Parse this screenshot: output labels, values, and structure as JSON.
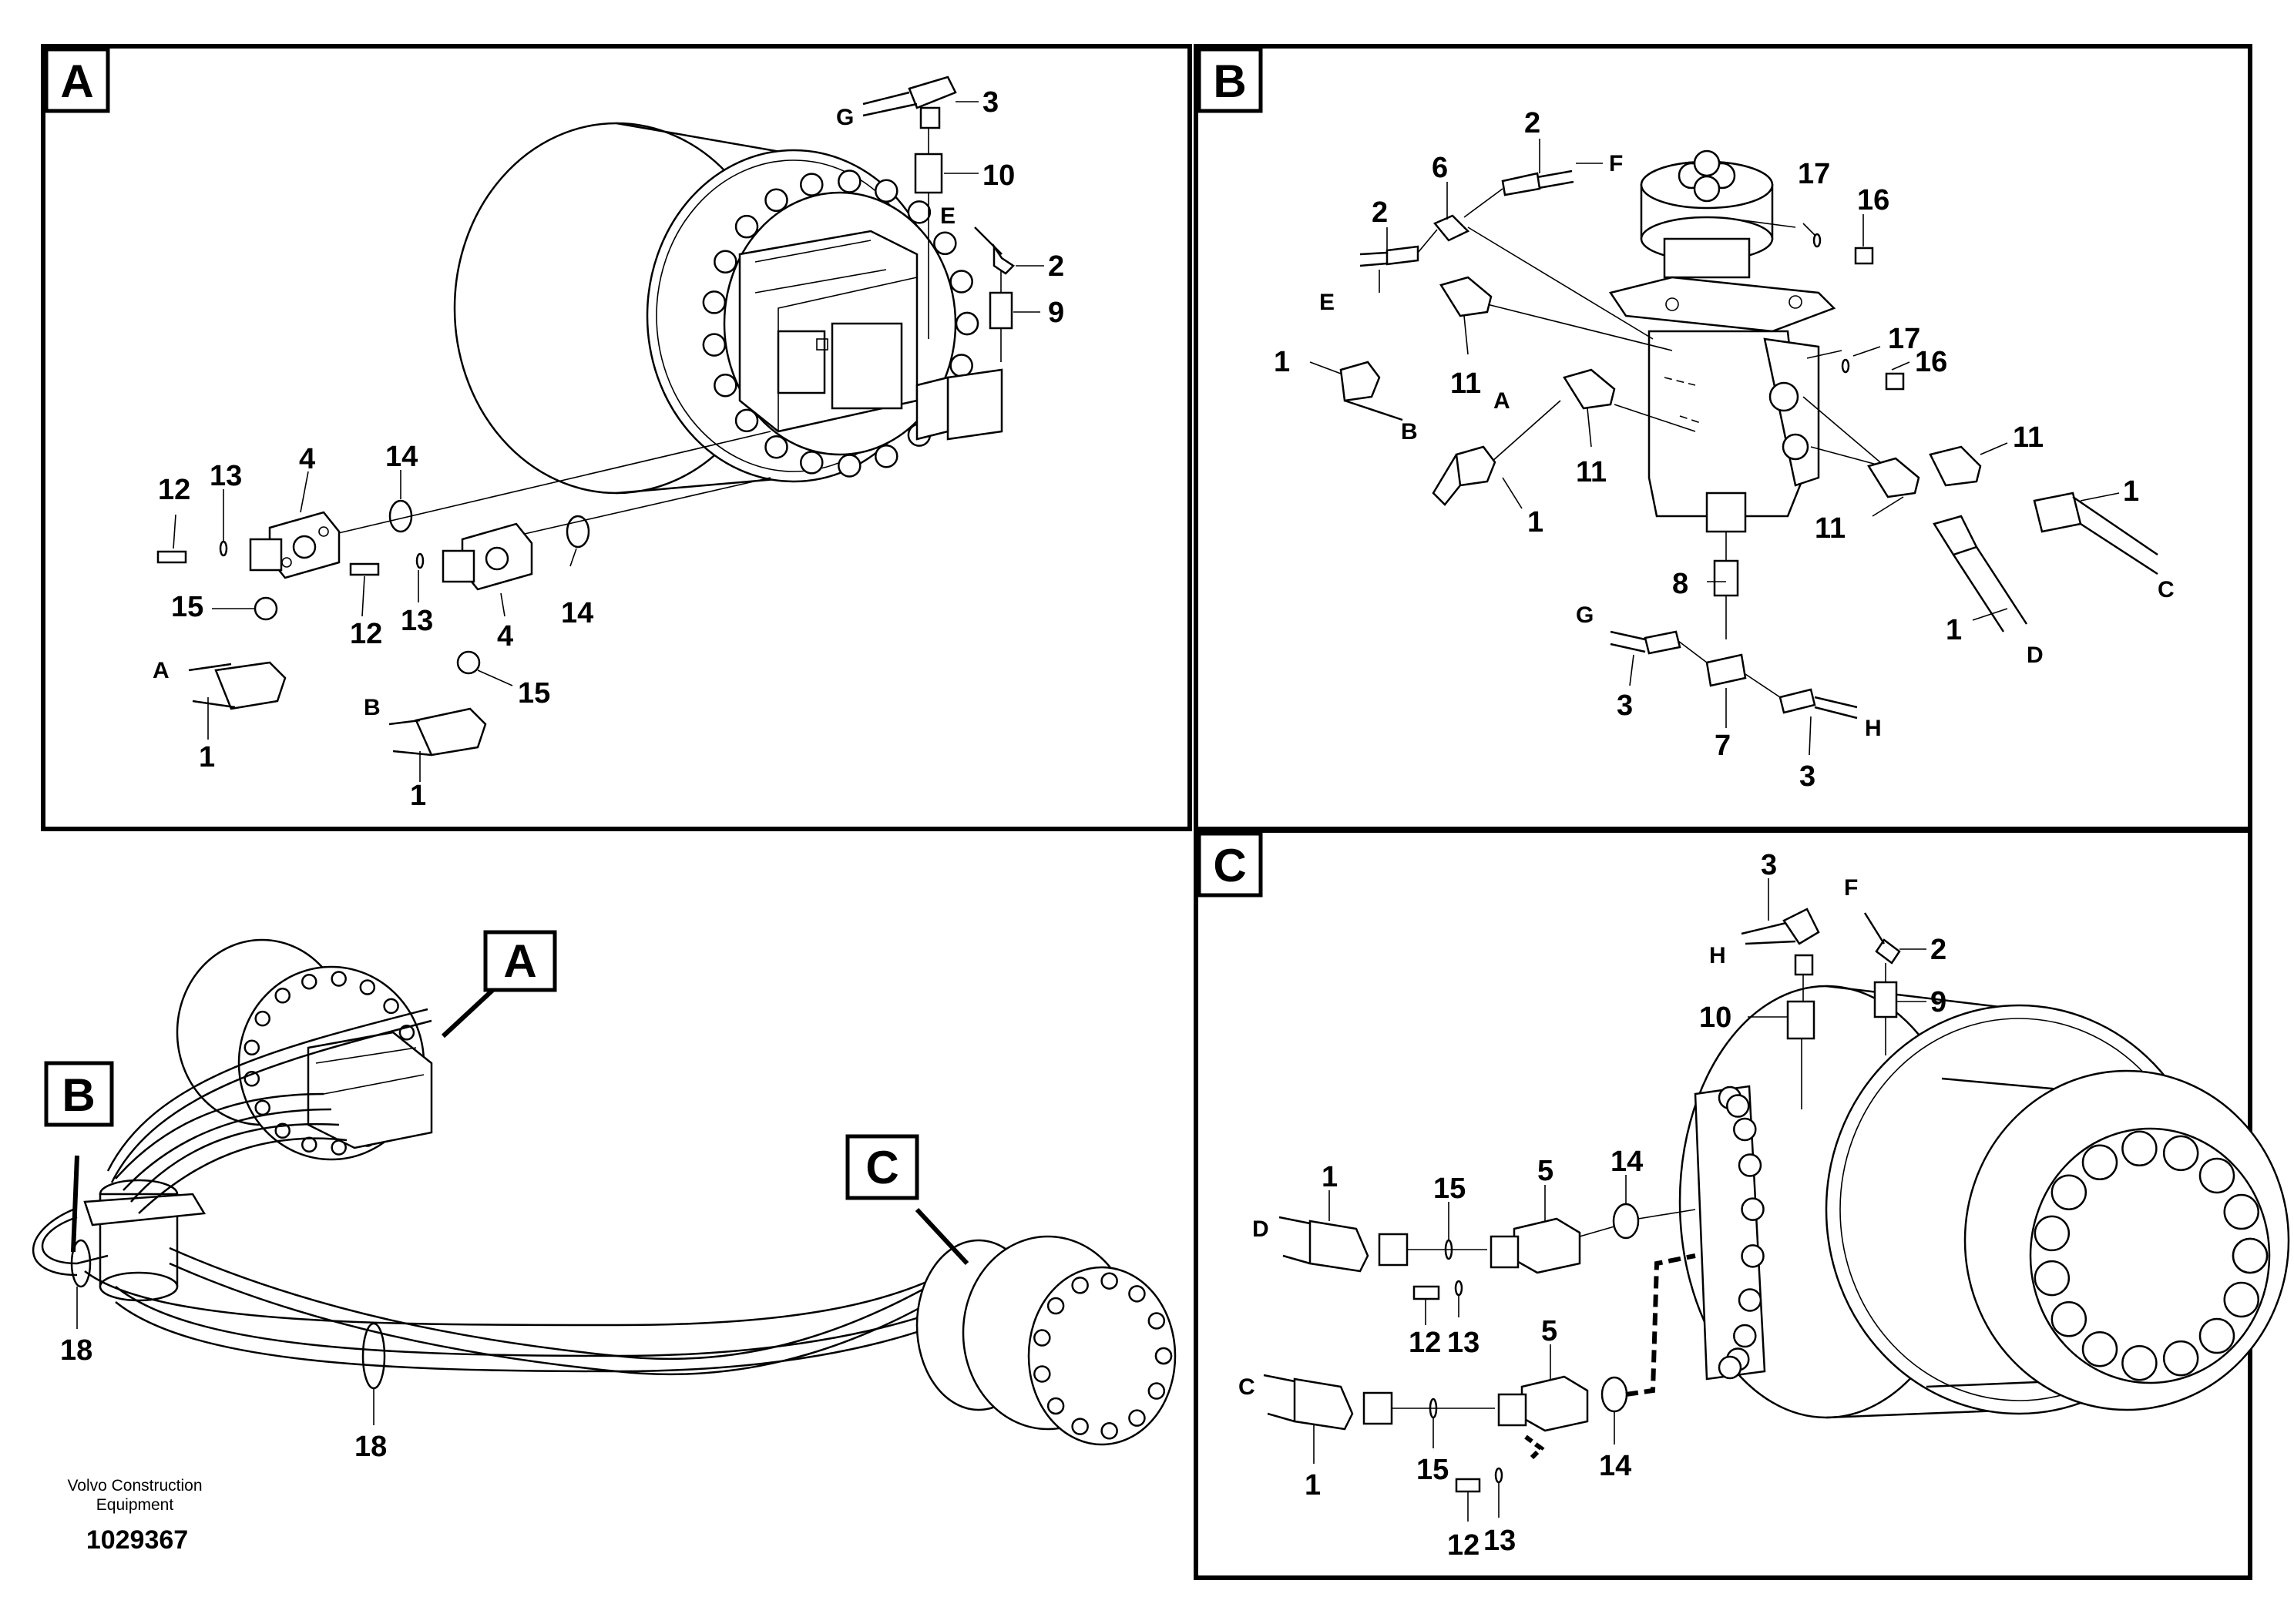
{
  "panels": [
    {
      "tag": "A"
    },
    {
      "tag": "B"
    },
    {
      "tag": "C"
    }
  ],
  "overview_tags": {
    "a": "A",
    "b": "B",
    "c": "C"
  },
  "labels": {
    "a": {
      "n1a": "1",
      "n1b": "1",
      "n3": "3",
      "n10": "10",
      "n2": "2",
      "n9": "9",
      "n4a": "4",
      "n4b": "4",
      "n12a": "12",
      "n12b": "12",
      "n13a": "13",
      "n13b": "13",
      "n14a": "14",
      "n14b": "14",
      "n15a": "15",
      "n15b": "15",
      "la": "A",
      "lb": "B",
      "le": "E",
      "lg": "G"
    },
    "b": {
      "n2a": "2",
      "n2b": "2",
      "n6": "6",
      "n1a": "1",
      "n1b": "1",
      "n1c": "1",
      "n1d": "1",
      "n11a": "11",
      "n11b": "11",
      "n11c": "11",
      "n11d": "11",
      "n17a": "17",
      "n17b": "17",
      "n16a": "16",
      "n16b": "16",
      "n8": "8",
      "n3a": "3",
      "n3b": "3",
      "n7": "7",
      "la": "A",
      "lb": "B",
      "lc": "C",
      "ld": "D",
      "le": "E",
      "lf": "F",
      "lg": "G",
      "lh": "H"
    },
    "c": {
      "n3": "3",
      "n2": "2",
      "n10": "10",
      "n9": "9",
      "n1a": "1",
      "n1b": "1",
      "n15a": "15",
      "n15b": "15",
      "n5a": "5",
      "n5b": "5",
      "n14a": "14",
      "n14b": "14",
      "n12a": "12",
      "n12b": "12",
      "n13a": "13",
      "n13b": "13",
      "lh": "H",
      "lf": "F",
      "ld": "D",
      "lc": "C"
    },
    "overview": {
      "n18a": "18",
      "n18b": "18"
    }
  },
  "footer": {
    "credit_line1": "Volvo Construction",
    "credit_line2": "Equipment",
    "ref_number": "1029367"
  }
}
